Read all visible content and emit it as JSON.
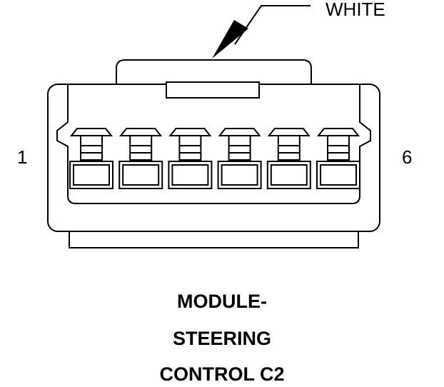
{
  "callout_label": "WHITE",
  "pin_labels": {
    "first": "1",
    "last": "6"
  },
  "pin_count": 6,
  "title_lines": [
    "MODULE-",
    "STEERING",
    "CONTROL C2"
  ],
  "colors": {
    "line": "#000000",
    "background": "#ffffff"
  }
}
